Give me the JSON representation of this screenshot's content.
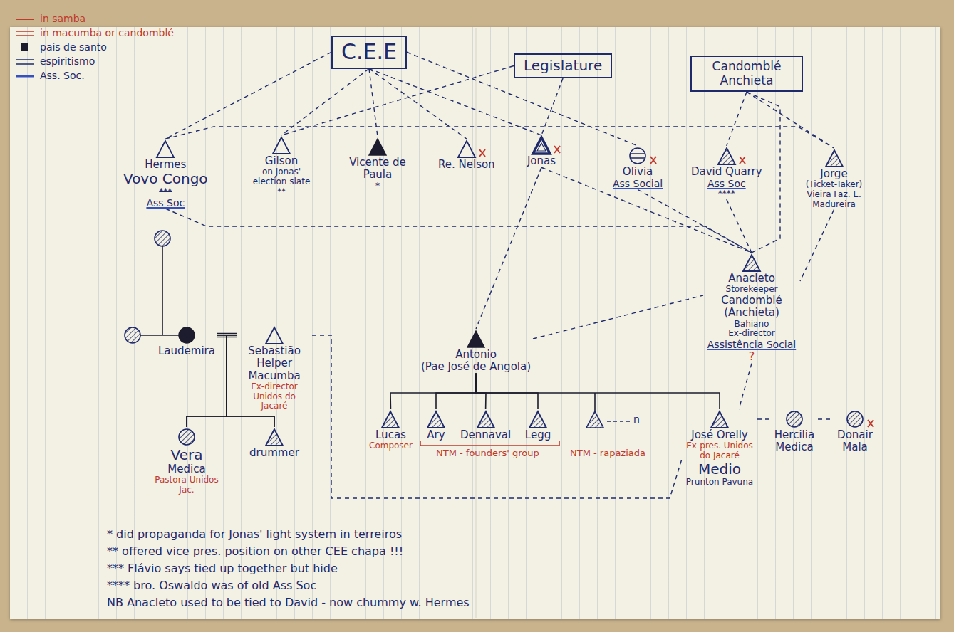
{
  "diagram": {
    "nodes": [
      {
        "text": [
          "C.E.E"
        ]
      },
      {
        "text": [
          "Legislature"
        ]
      },
      {
        "text": [
          "Candomblé Anchieta"
        ]
      },
      {
        "text": [
          "Hermes",
          "Vovo Congo",
          "***",
          "Ass Soc"
        ]
      },
      {
        "text": [
          "Gilson",
          "on Jonas' election slate",
          "**"
        ]
      },
      {
        "text": [
          "Vicente de Paula",
          "*"
        ]
      },
      {
        "text": [
          "Re. Nelson"
        ]
      },
      {
        "text": [
          "Jonas"
        ]
      },
      {
        "text": [
          "Olivia",
          "Ass Social"
        ]
      },
      {
        "text": [
          "David Quarry",
          "Ass Soc",
          "****"
        ]
      },
      {
        "text": [
          "Jorge",
          "(Ticket-Taker) Vieira Faz. E. Madureira"
        ]
      },
      {
        "text": [
          "Anacleto",
          "Storekeeper",
          "Candomblé (Anchieta)",
          "Bahiano",
          "Ex-director",
          "Assistência Social",
          "?"
        ]
      },
      {
        "text": [
          "Laudemira"
        ]
      },
      {
        "text": [
          "Sebastião",
          "Helper",
          "Macumba",
          "Ex-director Unidos do Jacaré"
        ]
      },
      {
        "text": [
          "Vera",
          "Medica",
          "Pastora Unidos Jac."
        ]
      },
      {
        "text": [
          "drummer"
        ]
      },
      {
        "text": [
          "Antonio",
          "(Pae José de Angola)"
        ]
      },
      {
        "text": [
          "Lucas",
          "Composer"
        ]
      },
      {
        "text": [
          "Ary"
        ]
      },
      {
        "text": [
          "Dennaval"
        ]
      },
      {
        "text": [
          "Legg"
        ]
      },
      {
        "text": [
          "José Orelly",
          "Ex-pres. Unidos do Jacaré",
          "Medio",
          "Prunton Pavuna"
        ]
      },
      {
        "text": [
          "Hercilia",
          "Medica"
        ]
      },
      {
        "text": [
          "Donair",
          "Mala"
        ]
      }
    ],
    "edges": [
      {
        "from": 0,
        "to": 3,
        "arrow": "none"
      },
      {
        "from": 0,
        "to": 4,
        "arrow": "none"
      },
      {
        "from": 0,
        "to": 5,
        "arrow": "none"
      },
      {
        "from": 0,
        "to": 6,
        "arrow": "none"
      },
      {
        "from": 0,
        "to": 7,
        "arrow": "none"
      },
      {
        "from": 0,
        "to": 8,
        "arrow": "none"
      },
      {
        "from": 1,
        "to": 4,
        "arrow": "none"
      },
      {
        "from": 1,
        "to": 7,
        "arrow": "none"
      },
      {
        "from": 2,
        "to": 9,
        "arrow": "none"
      },
      {
        "from": 2,
        "to": 10,
        "arrow": "none"
      },
      {
        "from": 2,
        "to": 11,
        "arrow": "none"
      },
      {
        "from": 3,
        "to": 10,
        "arrow": "none"
      },
      {
        "from": 3,
        "to": 11,
        "arrow": "none"
      },
      {
        "from": 7,
        "to": 11,
        "arrow": "none"
      },
      {
        "from": 8,
        "to": 11,
        "arrow": "none"
      },
      {
        "from": 9,
        "to": 11,
        "arrow": "none"
      },
      {
        "from": 10,
        "to": 11,
        "arrow": "none"
      },
      {
        "from": 7,
        "to": 16,
        "arrow": "none"
      },
      {
        "from": 16,
        "to": 11,
        "arrow": "none"
      },
      {
        "from": 11,
        "to": 21,
        "arrow": "none"
      },
      {
        "from": 12,
        "to": 13,
        "arrow": "none"
      },
      {
        "from": 12,
        "to": 14,
        "arrow": "none"
      },
      {
        "from": 13,
        "to": 14,
        "arrow": "none"
      },
      {
        "from": 12,
        "to": 15,
        "arrow": "none"
      },
      {
        "from": 13,
        "to": 15,
        "arrow": "none"
      },
      {
        "from": 13,
        "to": 21,
        "arrow": "none"
      },
      {
        "from": 16,
        "to": 17,
        "arrow": "none"
      },
      {
        "from": 16,
        "to": 18,
        "arrow": "none"
      },
      {
        "from": 16,
        "to": 19,
        "arrow": "none"
      },
      {
        "from": 16,
        "to": 20,
        "arrow": "none"
      },
      {
        "from": 16,
        "to": 21,
        "arrow": "none"
      },
      {
        "from": 21,
        "to": 22,
        "arrow": "none"
      },
      {
        "from": 22,
        "to": 23,
        "arrow": "none"
      }
    ],
    "labels": [
      "* did propaganda for Jonas' light system in terreiros",
      "** offered vice pres. position on other CEE chapa !!!",
      "*** Flávio says tied up together but hide",
      "**** bro. Oswaldo was of old Ass Soc",
      "NB Anacleto used to be tied to David - now chummy w. Hermes",
      "NTM - founders' group",
      "NTM - rapaziada",
      "n"
    ],
    "legend": [
      {
        "text": "in samba"
      },
      {
        "text": "in macumba or candomblé"
      },
      {
        "text": "pais de santo"
      },
      {
        "text": "espiritismo"
      },
      {
        "text": "Ass. Soc."
      }
    ]
  }
}
